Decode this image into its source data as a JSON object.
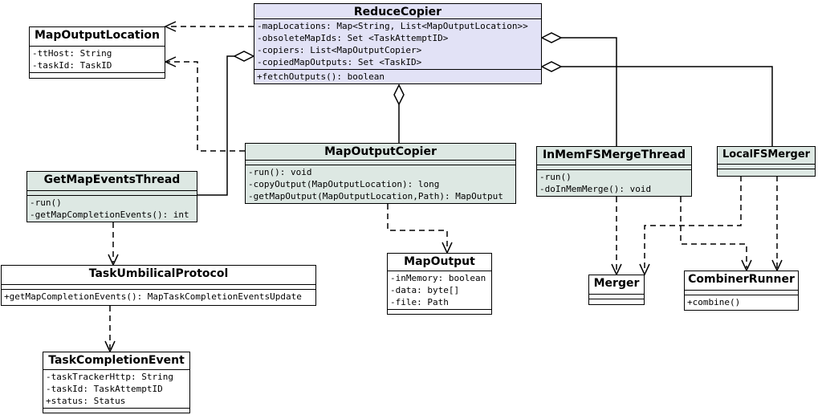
{
  "diagram": {
    "type": "uml-class-diagram",
    "colors": {
      "class_fill_lavender": "#e2e2f6",
      "class_fill_green": "#dde8e3",
      "class_fill_white": "#ffffff",
      "line_color": "#000000",
      "background": "#ffffff"
    }
  },
  "classes": {
    "reduce_copier": {
      "name": "ReduceCopier",
      "attributes": [
        "-mapLocations: Map<String, List<MapOutputLocation>>",
        "-obsoleteMapIds: Set <TaskAttemptID>",
        "-copiers: List<MapOutputCopier>",
        "-copiedMapOutputs: Set <TaskID>"
      ],
      "methods": [
        "+fetchOutputs(): boolean"
      ]
    },
    "map_output_location": {
      "name": "MapOutputLocation",
      "attributes": [
        "-ttHost: String",
        "-taskId: TaskID"
      ],
      "methods": []
    },
    "get_map_events_thread": {
      "name": "GetMapEventsThread",
      "attributes": [],
      "methods": [
        "-run()",
        "-getMapCompletionEvents(): int"
      ]
    },
    "map_output_copier": {
      "name": "MapOutputCopier",
      "attributes": [],
      "methods": [
        "-run(): void",
        "-copyOutput(MapOutputLocation): long",
        "-getMapOutput(MapOutputLocation,Path): MapOutput"
      ]
    },
    "in_mem_fs_merge_thread": {
      "name": "InMemFSMergeThread",
      "attributes": [],
      "methods": [
        "-run()",
        "-doInMemMerge(): void"
      ]
    },
    "local_fs_merger": {
      "name": "LocalFSMerger",
      "attributes": [],
      "methods": []
    },
    "map_output": {
      "name": "MapOutput",
      "attributes": [
        "-inMemory: boolean",
        "-data: byte[]",
        "-file: Path"
      ],
      "methods": []
    },
    "merger": {
      "name": "Merger",
      "attributes": [],
      "methods": []
    },
    "combiner_runner": {
      "name": "CombinerRunner",
      "attributes": [],
      "methods": [
        "+combine()"
      ]
    },
    "task_umbilical_protocol": {
      "name": "TaskUmbilicalProtocol",
      "attributes": [],
      "methods": [
        "+getMapCompletionEvents(): MapTaskCompletionEventsUpdate"
      ]
    },
    "task_completion_event": {
      "name": "TaskCompletionEvent",
      "attributes": [
        "-taskTrackerHttp: String",
        "-taskId: TaskAttemptID",
        "+status: Status"
      ],
      "methods": []
    }
  },
  "relationships": [
    {
      "from": "ReduceCopier",
      "to": "MapOutputLocation",
      "type": "dependency"
    },
    {
      "from": "MapOutputCopier",
      "to": "MapOutputLocation",
      "type": "dependency"
    },
    {
      "from": "ReduceCopier",
      "to": "GetMapEventsThread",
      "type": "aggregation"
    },
    {
      "from": "ReduceCopier",
      "to": "MapOutputCopier",
      "type": "aggregation"
    },
    {
      "from": "ReduceCopier",
      "to": "InMemFSMergeThread",
      "type": "aggregation"
    },
    {
      "from": "ReduceCopier",
      "to": "LocalFSMerger",
      "type": "aggregation"
    },
    {
      "from": "MapOutputCopier",
      "to": "MapOutput",
      "type": "dependency"
    },
    {
      "from": "GetMapEventsThread",
      "to": "TaskUmbilicalProtocol",
      "type": "dependency"
    },
    {
      "from": "TaskUmbilicalProtocol",
      "to": "TaskCompletionEvent",
      "type": "dependency"
    },
    {
      "from": "InMemFSMergeThread",
      "to": "Merger",
      "type": "dependency"
    },
    {
      "from": "InMemFSMergeThread",
      "to": "CombinerRunner",
      "type": "dependency"
    },
    {
      "from": "LocalFSMerger",
      "to": "Merger",
      "type": "dependency"
    },
    {
      "from": "LocalFSMerger",
      "to": "CombinerRunner",
      "type": "dependency"
    }
  ]
}
